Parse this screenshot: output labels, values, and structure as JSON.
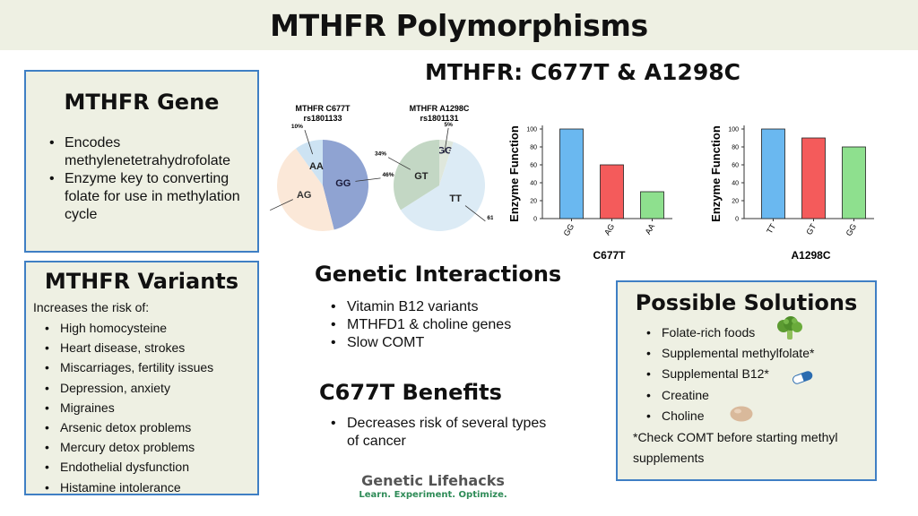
{
  "title": "MTHFR Polymorphisms",
  "gene_box": {
    "heading": "MTHFR Gene",
    "items": [
      "Encodes methylenetetrahydrofolate",
      "Enzyme key to converting folate for use in methylation cycle"
    ]
  },
  "variants_box": {
    "heading": "MTHFR Variants",
    "intro": "Increases the risk of:",
    "items": [
      "High homocysteine",
      "Heart disease, strokes",
      "Miscarriages, fertility issues",
      "Depression, anxiety",
      "Migraines",
      "Arsenic detox problems",
      "Mercury detox problems",
      "Endothelial dysfunction",
      "Histamine intolerance"
    ]
  },
  "charts_heading": "MTHFR: C677T &  A1298C",
  "interactions": {
    "heading": "Genetic Interactions",
    "items": [
      "Vitamin B12 variants",
      "MTHFD1 & choline genes",
      "Slow COMT"
    ]
  },
  "benefits": {
    "heading": "C677T Benefits",
    "items": [
      "Decreases risk of several types of cancer"
    ]
  },
  "solutions": {
    "heading": "Possible Solutions",
    "items": [
      "Folate-rich foods",
      "Supplemental methylfolate*",
      "Supplemental B12*",
      "Creatine",
      "Choline"
    ],
    "icons": [
      "broccoli-icon",
      "",
      "capsule-icon",
      "",
      "egg-icon"
    ],
    "note": "*Check COMT before starting methyl supplements"
  },
  "brand": {
    "name": "Genetic Lifehacks",
    "tagline": "Learn. Experiment. Optimize."
  },
  "chart_data": [
    {
      "type": "pie",
      "title": "MTHFR C677T",
      "subtitle": "rs1801133",
      "slices": [
        {
          "label": "GG",
          "value": 46,
          "pct_label": "46%",
          "color": "#8fa3d2"
        },
        {
          "label": "AG",
          "value": 44,
          "pct_label": "44%",
          "color": "#fbe8d8"
        },
        {
          "label": "AA",
          "value": 10,
          "pct_label": "10%",
          "color": "#cde3f3"
        }
      ]
    },
    {
      "type": "pie",
      "title": "MTHFR A1298C",
      "subtitle": "rs1801131",
      "slices": [
        {
          "label": "TT",
          "value": 61,
          "pct_label": "61%",
          "color": "#dcebf5"
        },
        {
          "label": "GT",
          "value": 34,
          "pct_label": "34%",
          "color": "#c3d7c4"
        },
        {
          "label": "GG",
          "value": 5,
          "pct_label": "5%",
          "color": "#dfe7dc"
        }
      ]
    },
    {
      "type": "bar",
      "categories": [
        "GG",
        "AG",
        "AA"
      ],
      "values": [
        100,
        60,
        30
      ],
      "colors": [
        "#6ab8f0",
        "#f45b5b",
        "#8ee08e"
      ],
      "xlabel": "C677T",
      "ylabel": "Enzyme Function",
      "ylim": [
        0,
        100
      ],
      "yticks": [
        0,
        20,
        40,
        60,
        80,
        100
      ]
    },
    {
      "type": "bar",
      "categories": [
        "TT",
        "GT",
        "GG"
      ],
      "values": [
        100,
        90,
        80
      ],
      "colors": [
        "#6ab8f0",
        "#f45b5b",
        "#8ee08e"
      ],
      "xlabel": "A1298C",
      "ylabel": "Enzyme Function",
      "ylim": [
        0,
        100
      ],
      "yticks": [
        0,
        20,
        40,
        60,
        80,
        100
      ]
    }
  ]
}
